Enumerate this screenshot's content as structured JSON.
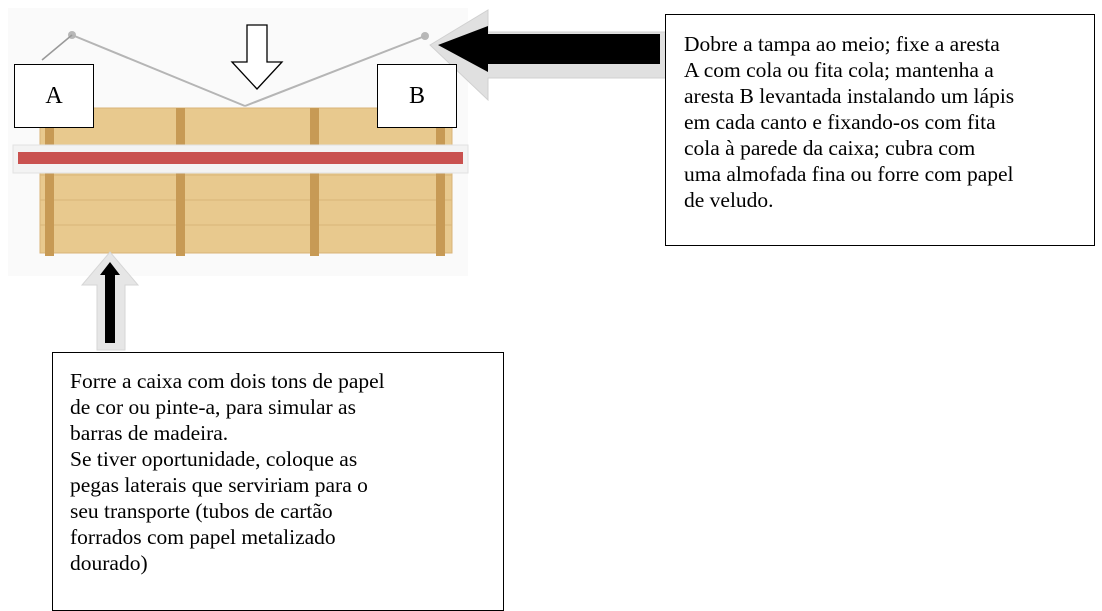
{
  "diagram": {
    "labels": {
      "a": "A",
      "b": "B"
    },
    "note_lid": "Dobre a tampa ao meio; fixe a aresta\nA com cola ou fita cola; mantenha a\naresta B levantada instalando um lápis\nem cada canto e fixando-os com fita\ncola à parede da caixa; cubra com\numa almofada fina ou forre com papel\nde veludo.",
    "note_box": "Forre a caixa com dois tons de papel\nde cor ou pinte-a, para simular as\nbarras de madeira.\nSe tiver oportunidade, coloque as\npegas laterais que serviriam para o\nseu transporte (tubos de cartão\nforrados com papel metalizado\ndourado)",
    "colors": {
      "wood": "#E8C98E",
      "wood_bar": "#C79A55",
      "red_band": "#C9514F",
      "arrow": "#000000"
    }
  }
}
